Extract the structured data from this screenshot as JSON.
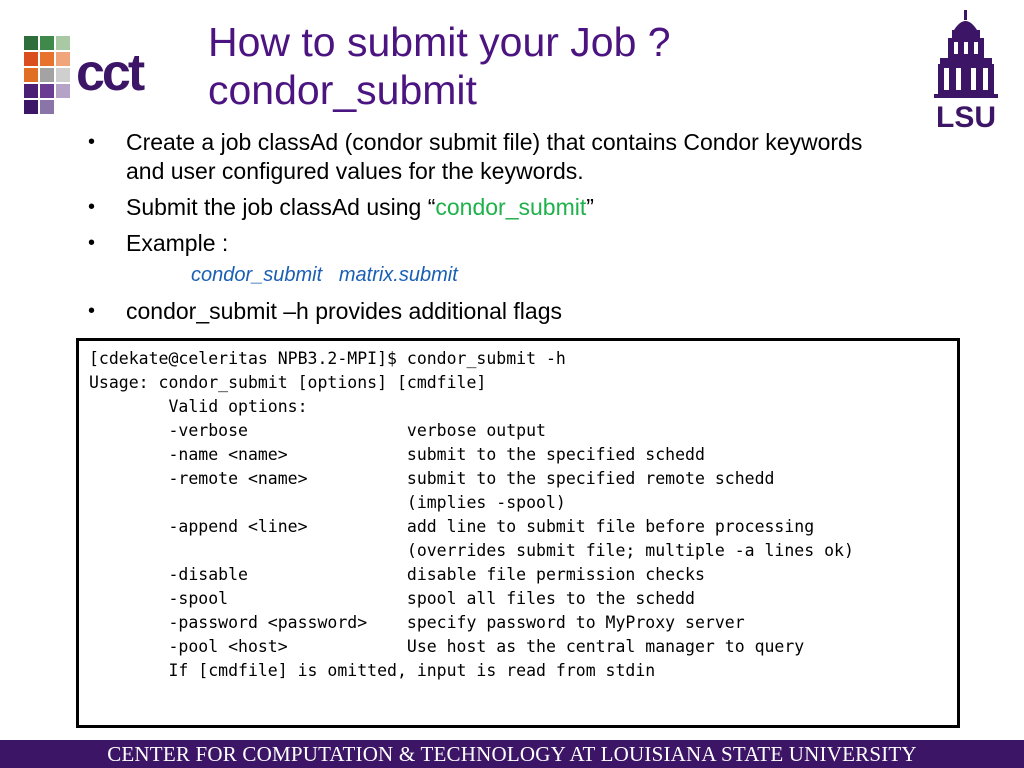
{
  "header": {
    "title_line1": "How to submit your Job ?",
    "title_line2": "condor_submit"
  },
  "bullets": {
    "b1": "Create a job classAd (condor submit  file) that contains Condor keywords and user configured values for the keywords.",
    "b2_prefix": "Submit the job classAd using “",
    "b2_cmd": "condor_submit",
    "b2_suffix": "”",
    "b3": "Example :",
    "example": "condor_submit   matrix.submit",
    "b4": "condor_submit –h provides additional flags"
  },
  "terminal": {
    "lines": [
      "[cdekate@celeritas NPB3.2-MPI]$ condor_submit -h",
      "Usage: condor_submit [options] [cmdfile]",
      "        Valid options:",
      "        -verbose                verbose output",
      "        -name <name>            submit to the specified schedd",
      "        -remote <name>          submit to the specified remote schedd",
      "                                (implies -spool)",
      "        -append <line>          add line to submit file before processing",
      "                                (overrides submit file; multiple -a lines ok)",
      "        -disable                disable file permission checks",
      "        -spool                  spool all files to the schedd",
      "        -password <password>    specify password to MyProxy server",
      "        -pool <host>            Use host as the central manager to query",
      "        If [cmdfile] is omitted, input is read from stdin"
    ]
  },
  "footer": {
    "text": "CENTER FOR COMPUTATION & TECHNOLOGY AT LOUISIANA STATE UNIVERSITY"
  },
  "logos": {
    "cct_text": "cct",
    "lsu_text": "LSU"
  },
  "colors": {
    "title": "#4b1480",
    "accent_green": "#1fb14a",
    "example_blue": "#1a5fb4",
    "footer_bg": "#3d1566"
  }
}
